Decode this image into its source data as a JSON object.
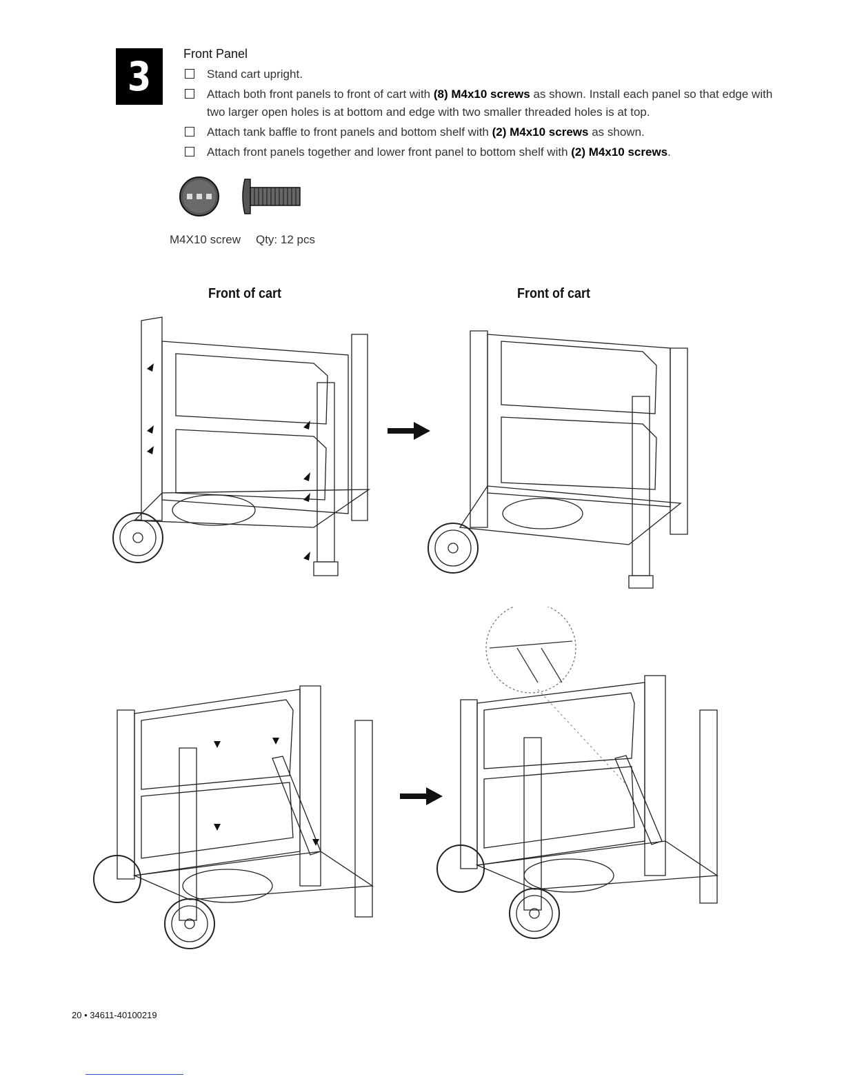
{
  "step": {
    "number": "3"
  },
  "section": {
    "title": "Front Panel"
  },
  "instructions": [
    {
      "id": "stand",
      "parts": [
        {
          "t": "Stand cart upright.",
          "b": false
        }
      ]
    },
    {
      "id": "attach-panels",
      "parts": [
        {
          "t": "Attach both front panels to front of cart with ",
          "b": false
        },
        {
          "t": "(8) M4x10 screws",
          "b": true
        },
        {
          "t": " as shown. Install each panel so that edge with two larger open holes is at bottom and edge with two smaller threaded holes is at top.",
          "b": false
        }
      ]
    },
    {
      "id": "attach-baffle",
      "parts": [
        {
          "t": "Attach tank baffle to front panels and bottom shelf with ",
          "b": false
        },
        {
          "t": "(2) M4x10 screws",
          "b": true
        },
        {
          "t": " as shown.",
          "b": false
        }
      ]
    },
    {
      "id": "attach-together",
      "parts": [
        {
          "t": "Attach front panels together and lower front panel to bottom shelf with ",
          "b": false
        },
        {
          "t": "(2) M4x10 screws",
          "b": true
        },
        {
          "t": ".",
          "b": false
        }
      ]
    }
  ],
  "hardware": {
    "name": "M4X10 screw",
    "qty": "Qty: 12 pcs"
  },
  "views": {
    "top_left_label": "Front of cart",
    "top_right_label": "Front of cart"
  },
  "footer": {
    "text": "20 • 34611-40100219"
  }
}
